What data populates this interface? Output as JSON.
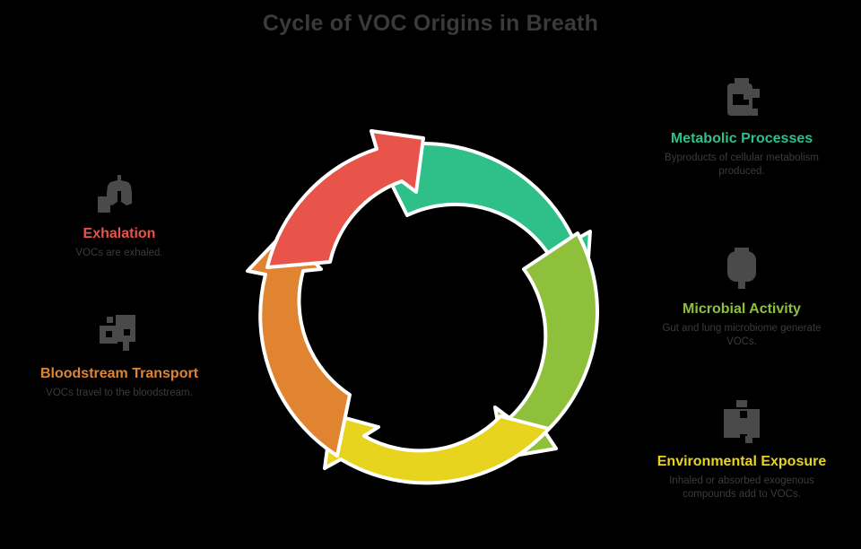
{
  "title": "Cycle of VOC Origins in Breath",
  "colors": {
    "background": "#000000",
    "title": "#3a3a3a",
    "icon": "#4a4a4a",
    "description": "#3b3b3b",
    "exhalation": "#e8534a",
    "bloodstream": "#e08432",
    "metabolic": "#2fc08a",
    "microbial": "#8fc03c",
    "environmental": "#e8d31e",
    "arrow_outline": "#ffffff"
  },
  "cycle": {
    "type": "cycle-diagram",
    "direction": "clockwise",
    "segment_count": 5,
    "segments": [
      {
        "id": "metabolic",
        "label": "Metabolic Processes",
        "color": "#2fc08a",
        "position": "top-right",
        "start_deg": -70,
        "end_deg": 10
      },
      {
        "id": "microbial",
        "label": "Microbial Activity",
        "color": "#8fc03c",
        "position": "right",
        "start_deg": 10,
        "end_deg": 85
      },
      {
        "id": "environmental",
        "label": "Environmental Exposure",
        "color": "#e8d31e",
        "position": "bottom",
        "start_deg": 85,
        "end_deg": 170
      },
      {
        "id": "bloodstream",
        "label": "Bloodstream Transport",
        "color": "#e08432",
        "position": "left",
        "start_deg": 170,
        "end_deg": 255
      },
      {
        "id": "exhalation",
        "label": "Exhalation",
        "color": "#e8534a",
        "position": "top-left",
        "start_deg": 255,
        "end_deg": 340
      }
    ]
  },
  "blocks": {
    "exhalation": {
      "icon": "lungs-icon",
      "heading": "Exhalation",
      "description": "VOCs are exhaled."
    },
    "bloodstream": {
      "icon": "blood-drop-icon",
      "heading": "Bloodstream Transport",
      "description": "VOCs travel to the bloodstream."
    },
    "metabolic": {
      "icon": "flask-icon",
      "heading": "Metabolic Processes",
      "description": "Byproducts of cellular metabolism produced."
    },
    "microbial": {
      "icon": "microbe-icon",
      "heading": "Microbial Activity",
      "description": "Gut and lung microbiome generate VOCs."
    },
    "environmental": {
      "icon": "factory-icon",
      "heading": "Environmental Exposure",
      "description": "Inhaled or absorbed exogenous compounds add to VOCs."
    }
  }
}
